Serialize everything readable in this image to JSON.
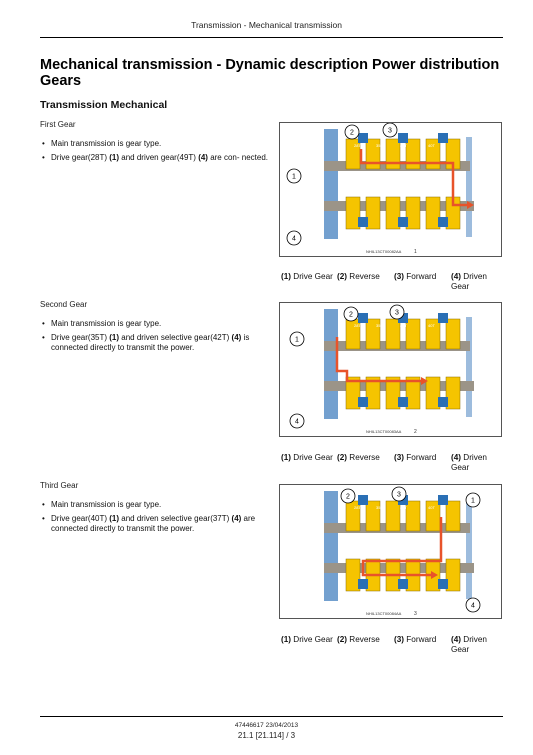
{
  "header": {
    "running_title": "Transmission - Mechanical transmission"
  },
  "title": "Mechanical transmission - Dynamic description Power distribution Gears",
  "section_heading": "Transmission Mechanical",
  "gears": [
    {
      "title": "First Gear",
      "bullets": [
        {
          "text": "Main transmission is gear type."
        },
        {
          "pre": "Drive gear(28T) ",
          "n1": "(1)",
          "mid": " and driven gear(49T) ",
          "n2": "(4)",
          "post": " are con- nected."
        }
      ],
      "figure": {
        "code": "NHIL13CT00082AA",
        "number": "1",
        "gear_labels": [
          "28T",
          "35T",
          "44T",
          "40T",
          "42T",
          "49T",
          "37T"
        ]
      },
      "captions": [
        {
          "num": "(1)",
          "label": "Drive Gear"
        },
        {
          "num": "(2)",
          "label": "Reverse"
        },
        {
          "num": "(3)",
          "label": "Forward"
        },
        {
          "num": "(4)",
          "label": "Driven Gear"
        }
      ]
    },
    {
      "title": "Second Gear",
      "bullets": [
        {
          "text": "Main transmission is gear type."
        },
        {
          "pre": "Drive gear(35T) ",
          "n1": "(1)",
          "mid": " and driven selective gear(42T) ",
          "n2": "(4)",
          "post": " is connected directly to transmit the power."
        }
      ],
      "figure": {
        "code": "NHIL13CT00083AA",
        "number": "2",
        "gear_labels": [
          "28T",
          "35T",
          "44T",
          "40T",
          "42T",
          "49T",
          "37T"
        ]
      },
      "captions": [
        {
          "num": "(1)",
          "label": "Drive Gear"
        },
        {
          "num": "(2)",
          "label": "Reverse"
        },
        {
          "num": "(3)",
          "label": "Forward"
        },
        {
          "num": "(4)",
          "label": "Driven Gear"
        }
      ]
    },
    {
      "title": "Third Gear",
      "bullets": [
        {
          "text": "Main transmission is gear type."
        },
        {
          "pre": "Drive gear(40T) ",
          "n1": "(1)",
          "mid": " and driven selective gear(37T) ",
          "n2": "(4)",
          "post": " are connected directly to transmit the power."
        }
      ],
      "figure": {
        "code": "NHIL13CT00084AA",
        "number": "3",
        "gear_labels": [
          "28T",
          "35T",
          "44T",
          "40T",
          "42T",
          "49T",
          "37T"
        ]
      },
      "captions": [
        {
          "num": "(1)",
          "label": "Drive Gear"
        },
        {
          "num": "(2)",
          "label": "Reverse"
        },
        {
          "num": "(3)",
          "label": "Forward"
        },
        {
          "num": "(4)",
          "label": "Driven Gear"
        }
      ]
    }
  ],
  "callouts": [
    "1",
    "2",
    "3",
    "4"
  ],
  "colors": {
    "gear_yellow": "#f5c400",
    "shaft_gray": "#9b9488",
    "clutch_blue": "#2a6fb5",
    "power_flow_red": "#e8532a",
    "housing_blue": "#5b8fc7"
  },
  "footer": {
    "doc": "47446617 23/04/2013",
    "page": "21.1 [21.114] / 3"
  }
}
